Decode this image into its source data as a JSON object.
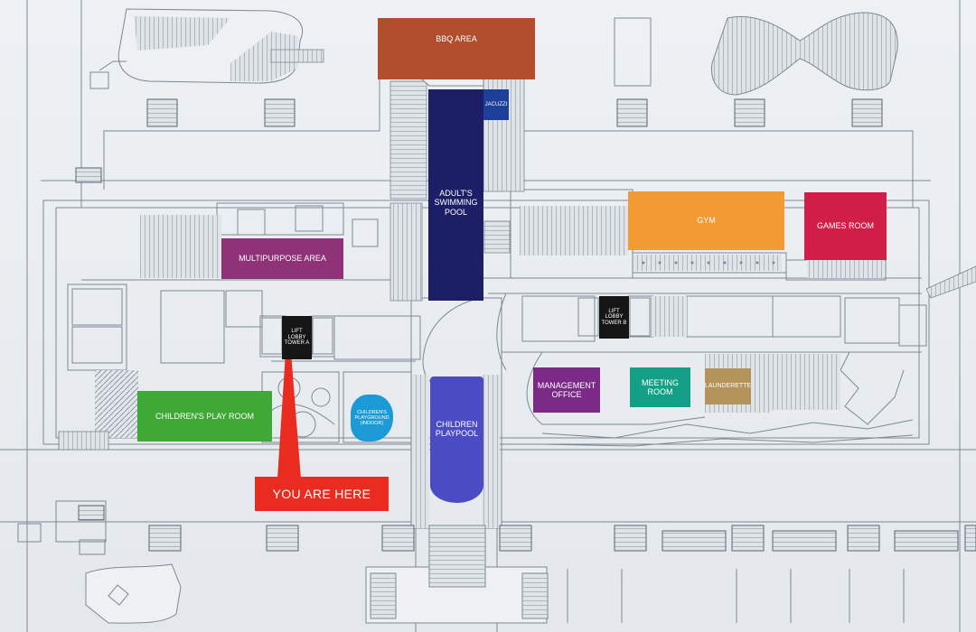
{
  "map": {
    "zones": {
      "bbq": {
        "label": "BBQ AREA",
        "color": "#b14e2e"
      },
      "jacuzzi": {
        "label": "JACUZZI",
        "color": "#1c3f9a"
      },
      "adult_pool": {
        "label": "ADULT'S SWIMMING POOL",
        "color": "#1d1f66"
      },
      "gym": {
        "label": "GYM",
        "color": "#f29a33"
      },
      "games_room": {
        "label": "GAMES ROOM",
        "color": "#d01e48"
      },
      "multipurpose": {
        "label": "MULTIPURPOSE AREA",
        "color": "#8f3278"
      },
      "lift_a": {
        "label": "LIFT LOBBY TOWER A",
        "color": "#151515"
      },
      "lift_b": {
        "label": "LIFT LOBBY TOWER B",
        "color": "#151515"
      },
      "childrens_play_room": {
        "label": "CHILDREN'S PLAY ROOM",
        "color": "#3eaa35"
      },
      "childrens_playground": {
        "label": "CHILDREN'S PLAYGROUND (INDOOR)",
        "color": "#1b9ad6"
      },
      "children_playpool": {
        "label": "CHILDREN PLAYPOOL",
        "color": "#4b4bc4"
      },
      "management_office": {
        "label": "MANAGEMENT OFFICE",
        "color": "#7b2a88"
      },
      "meeting_room": {
        "label": "MEETING ROOM",
        "color": "#13a086"
      },
      "launderette": {
        "label": "LAUNDERETTE",
        "color": "#b3935a"
      }
    },
    "you_are_here": {
      "label": "YOU ARE HERE",
      "color": "#ea2b1f"
    },
    "colors": {
      "line": "#7d8893",
      "hatch": "#8f99a3",
      "wall": "#96a0aa"
    }
  }
}
